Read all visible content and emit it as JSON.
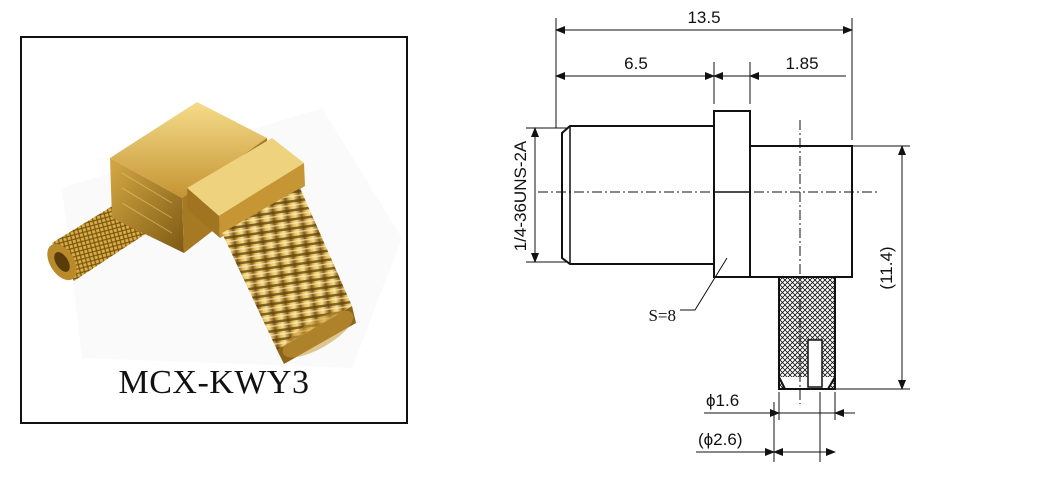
{
  "product": {
    "model_label": "MCX-KWY3"
  },
  "drawing": {
    "dim_overall_length": "13.5",
    "dim_thread_length": "6.5",
    "dim_pin_offset": "1.85",
    "thread_spec": "1/4-36UNS-2A",
    "hex_size": "S=8",
    "body_height": "(11.4)",
    "pin_diameter": "ϕ1.6",
    "crimp_diameter": "(ϕ2.6)"
  },
  "colors": {
    "brass_light": "#f0d27a",
    "brass_mid": "#c8962e",
    "brass_dark": "#6b4a10",
    "line": "#111111"
  }
}
